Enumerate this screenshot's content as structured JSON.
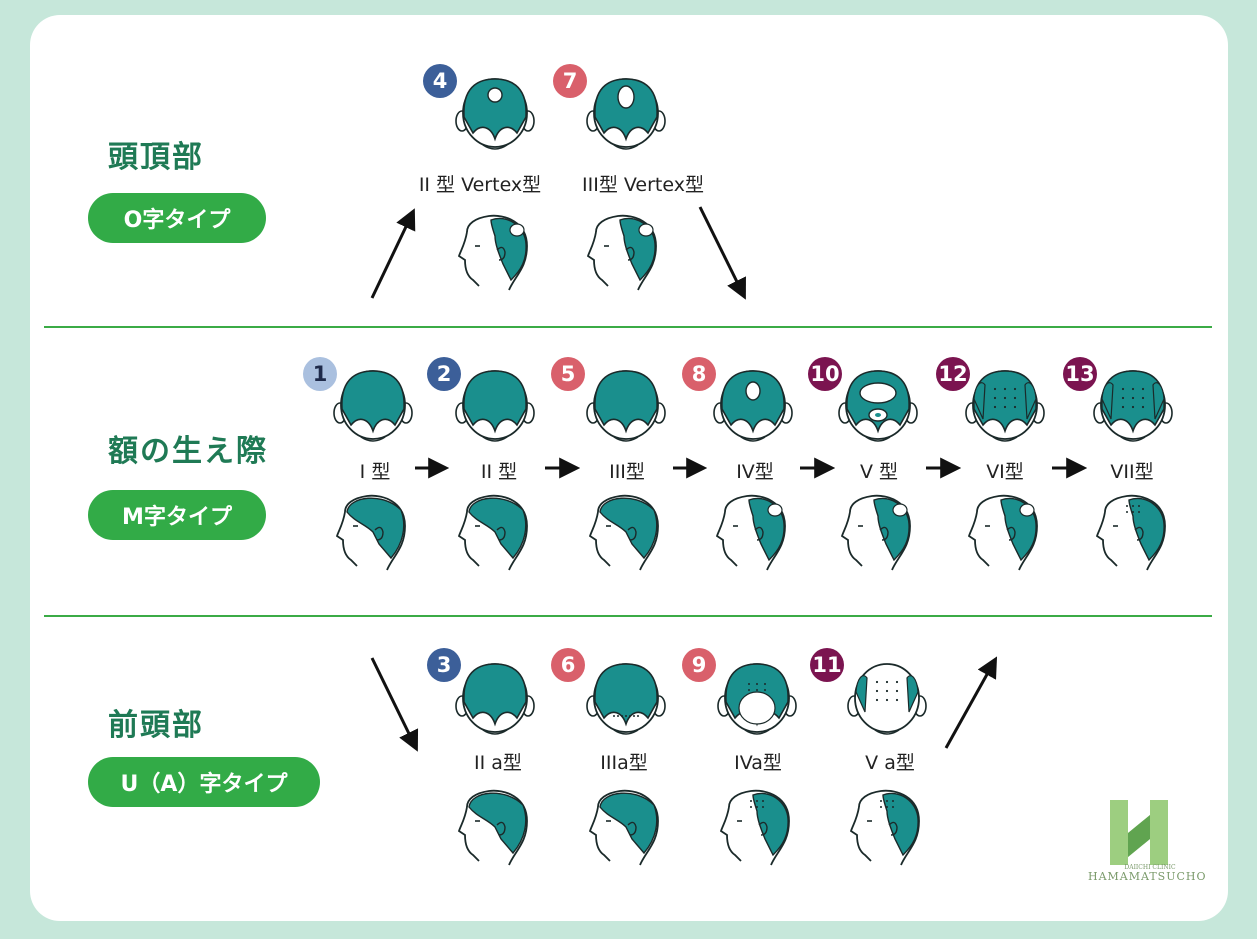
{
  "colors": {
    "background": "#c6e7da",
    "card": "#ffffff",
    "accent_green": "#32ab47",
    "title_green": "#1f7a55",
    "hair": "#1a8f8d",
    "badge_light": "#aac0df",
    "badge_blue": "#3c5f99",
    "badge_pink": "#d9606b",
    "badge_wine": "#7b1450"
  },
  "sections": {
    "vertex": {
      "title": "頭頂部",
      "pill": "O字タイプ"
    },
    "hairline": {
      "title": "額の生え際",
      "pill": "M字タイプ"
    },
    "front": {
      "title": "前頭部",
      "pill": "U（A）字タイプ"
    }
  },
  "vertex_types": [
    {
      "badge": "4",
      "label": "II 型 Vertex型"
    },
    {
      "badge": "7",
      "label": "III型 Vertex型"
    }
  ],
  "hairline_types": [
    {
      "badge": "1",
      "label": "I 型"
    },
    {
      "badge": "2",
      "label": "II 型"
    },
    {
      "badge": "5",
      "label": "III型"
    },
    {
      "badge": "8",
      "label": "IV型"
    },
    {
      "badge": "10",
      "label": "V 型"
    },
    {
      "badge": "12",
      "label": "VI型"
    },
    {
      "badge": "13",
      "label": "VII型"
    }
  ],
  "front_types": [
    {
      "badge": "3",
      "label": "II a型"
    },
    {
      "badge": "6",
      "label": "IIIa型"
    },
    {
      "badge": "9",
      "label": "IVa型"
    },
    {
      "badge": "11",
      "label": "V a型"
    }
  ],
  "logo": {
    "line1": "DAIICHI CLINIC",
    "line2": "HAMAMATSUCHO",
    "icon": "clinic-h-logo"
  }
}
